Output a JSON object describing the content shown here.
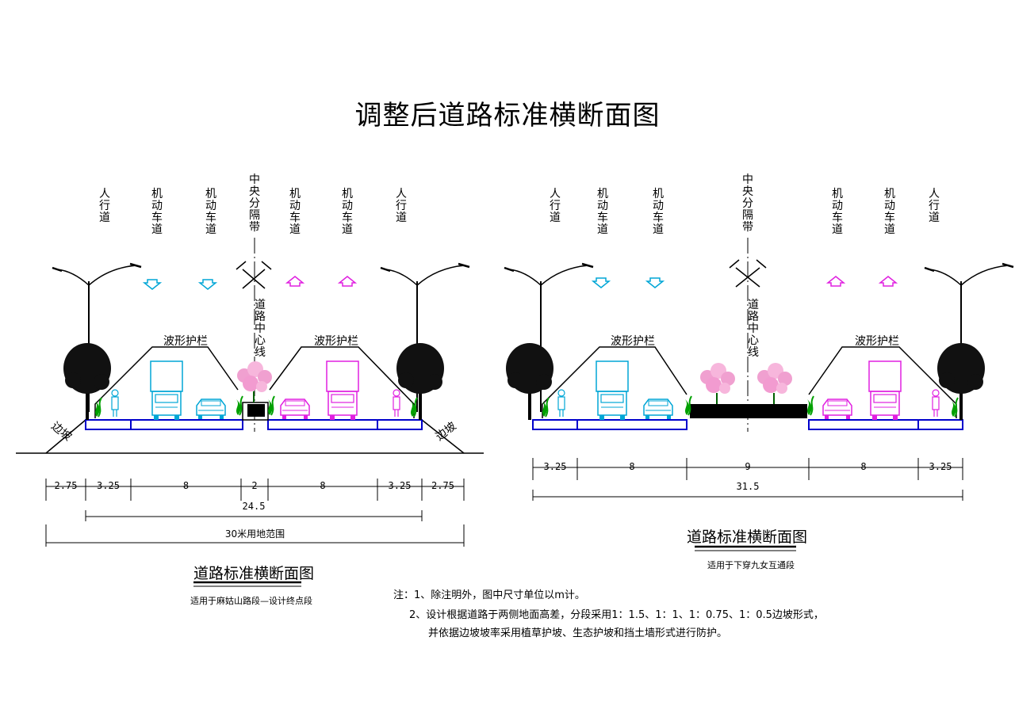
{
  "title": "调整后道路标准横断面图",
  "left": {
    "lane_labels": [
      "人行道",
      "机动车道",
      "机动车道",
      "中央分隔带",
      "机动车道",
      "机动车道",
      "人行道"
    ],
    "centerline": "道路中心线",
    "guardrail": "波形护栏",
    "slope": "边坡",
    "dims": [
      "2.75",
      "3.25",
      "8",
      "2",
      "8",
      "3.25",
      "2.75"
    ],
    "total": "24.5",
    "land": "30米用地范围",
    "caption": "道路标准横断面图",
    "subcaption": "适用于麻姑山路段—设计终点段"
  },
  "right": {
    "lane_labels": [
      "人行道",
      "机动车道",
      "机动车道",
      "中央分隔带",
      "机动车道",
      "机动车道",
      "人行道"
    ],
    "centerline": "道路中心线",
    "guardrail": "波形护栏",
    "dims": [
      "3.25",
      "8",
      "9",
      "8",
      "3.25"
    ],
    "total": "31.5",
    "caption": "道路标准横断面图",
    "subcaption": "适用于下穿九女互通段"
  },
  "notes": [
    "注：1、除注明外，图中尺寸单位以m计。",
    "2、设计根据道路于两侧地面高差，分段采用1：1.5、1：1、1：0.75、1：0.5边坡形式，",
    "并依据边坡坡率采用植草护坡、生态护坡和挡土墙形式进行防护。"
  ],
  "colors": {
    "cyan": "#00a6d6",
    "magenta": "#e020e0",
    "pink": "#f0a0d0",
    "green": "#00a000",
    "blue": "#0000cc"
  }
}
